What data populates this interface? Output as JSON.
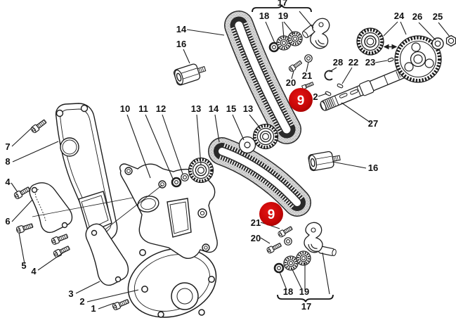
{
  "diagram": {
    "type": "exploded-parts-diagram",
    "subject": "engine timing belt, tensioners, covers and layshaft assembly",
    "background_color": "#ffffff",
    "line_color": "#1d1d1d",
    "highlight_color": "#c00000",
    "callouts": [
      {
        "text": "17"
      },
      {
        "text": "18"
      },
      {
        "text": "19"
      },
      {
        "text": "14"
      },
      {
        "text": "16"
      },
      {
        "text": "24"
      },
      {
        "text": "26"
      },
      {
        "text": "25"
      },
      {
        "text": "28"
      },
      {
        "text": "22"
      },
      {
        "text": "23"
      },
      {
        "text": "21"
      },
      {
        "text": "20"
      },
      {
        "text": "2"
      },
      {
        "text": "27"
      },
      {
        "text": "10"
      },
      {
        "text": "11"
      },
      {
        "text": "12"
      },
      {
        "text": "13"
      },
      {
        "text": "14"
      },
      {
        "text": "15"
      },
      {
        "text": "13"
      },
      {
        "text": "16"
      },
      {
        "text": "7"
      },
      {
        "text": "8"
      },
      {
        "text": "4"
      },
      {
        "text": "6"
      },
      {
        "text": "5"
      },
      {
        "text": "4"
      },
      {
        "text": "3"
      },
      {
        "text": "2"
      },
      {
        "text": "1"
      },
      {
        "text": "21"
      },
      {
        "text": "20"
      },
      {
        "text": "18"
      },
      {
        "text": "19"
      },
      {
        "text": "17"
      }
    ],
    "badges": [
      {
        "text": "9"
      },
      {
        "text": "9"
      }
    ],
    "brackets": [
      {
        "label_ref": "17",
        "position": "top"
      },
      {
        "label_ref": "17",
        "position": "bottom"
      }
    ]
  }
}
